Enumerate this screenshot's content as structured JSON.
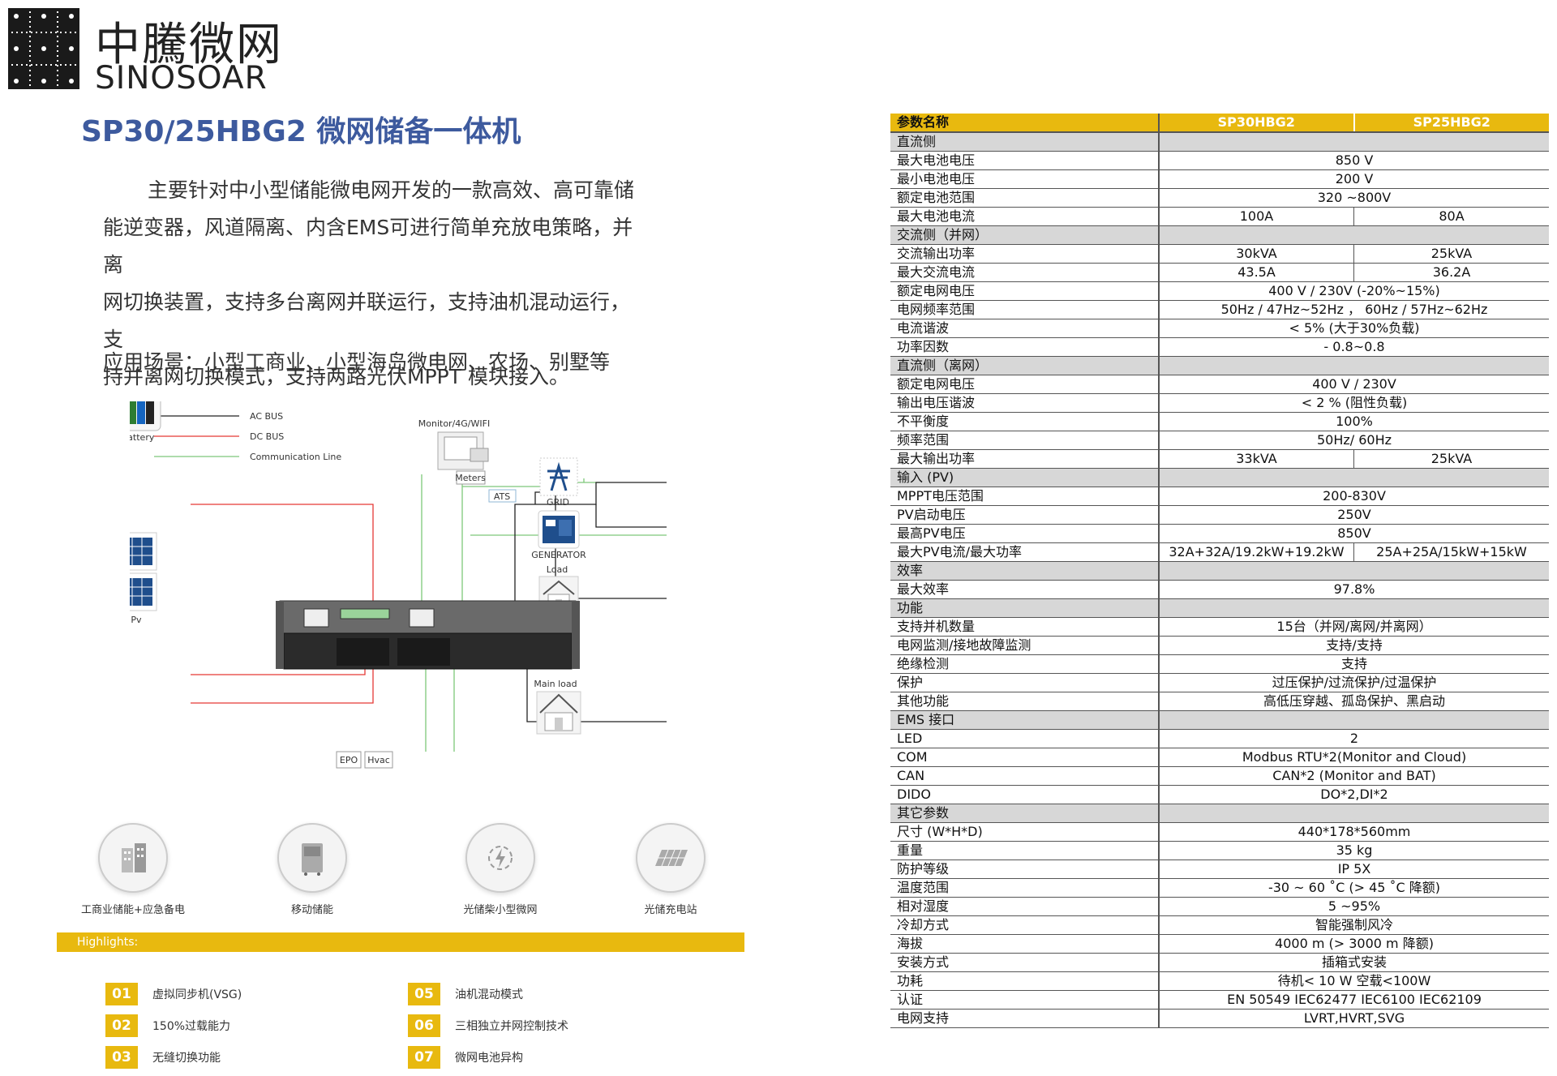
{
  "brand": {
    "cn": "中騰微网",
    "en": "SINOSOAR"
  },
  "product_title": "SP30/25HBG2 微网储备一体机",
  "description": [
    "主要针对中小型储能微电网开发的一款高效、高可靠储",
    "能逆变器，风道隔离、内含EMS可进行简单充放电策略，并离",
    "网切换装置，支持多台离网并联运行，支持油机混动运行，支",
    "持并离网切换模式，支持两路光伏MPPT 模块接入。"
  ],
  "scenarios_line": "应用场景：小型工商业、小型海岛微电网、农场、别墅等",
  "diagram": {
    "legend": [
      "AC BUS",
      "DC BUS",
      "Communication Line"
    ],
    "colors": {
      "ac": "#222222",
      "dc": "#e53935",
      "comm": "#7ec87a"
    },
    "labels": {
      "monitor": "Monitor/4G/WIFI",
      "battery": "Battery",
      "meters": "Meters",
      "ats": "ATS",
      "grid": "GRID",
      "generator": "GENERATOR",
      "load": "Load",
      "main_load": "Main load",
      "pv": "Pv",
      "epo": "EPO",
      "hvac": "Hvac"
    }
  },
  "scenarios": [
    {
      "label": "工商业储能+应急备电",
      "icon": "building-icon"
    },
    {
      "label": "移动储能",
      "icon": "cabinet-icon"
    },
    {
      "label": "光储柴小型微网",
      "icon": "microgrid-icon"
    },
    {
      "label": "光储充电站",
      "icon": "solar-panel-icon"
    }
  ],
  "highlights_title": "Highlights:",
  "highlights": [
    {
      "num": "01",
      "text": "虚拟同步机(VSG)"
    },
    {
      "num": "02",
      "text": "150%过载能力"
    },
    {
      "num": "03",
      "text": "无缝切换功能"
    },
    {
      "num": "05",
      "text": "油机混动模式"
    },
    {
      "num": "06",
      "text": "三相独立并网控制技术"
    },
    {
      "num": "07",
      "text": "微网电池异构"
    }
  ],
  "spec": {
    "header": {
      "name": "参数名称",
      "m1": "SP30HBG2",
      "m2": "SP25HBG2"
    },
    "rows": [
      {
        "t": "section",
        "name": "直流侧"
      },
      {
        "t": "row",
        "name": "最大电池电压",
        "val": "850 V"
      },
      {
        "t": "row",
        "name": "最小电池电压",
        "val": "200 V"
      },
      {
        "t": "row",
        "name": "额定电池范围",
        "val": "320 ~800V"
      },
      {
        "t": "split",
        "name": "最大电池电流",
        "v1": "100A",
        "v2": "80A"
      },
      {
        "t": "section",
        "name": "交流侧（并网）"
      },
      {
        "t": "split",
        "name": "交流输出功率",
        "v1": "30kVA",
        "v2": "25kVA"
      },
      {
        "t": "split",
        "name": "最大交流电流",
        "v1": "43.5A",
        "v2": "36.2A"
      },
      {
        "t": "row",
        "name": "额定电网电压",
        "val": "400 V  /  230V (-20%~15%)"
      },
      {
        "t": "row",
        "name": "电网频率范围",
        "val": "50Hz / 47Hz~52Hz ，  60Hz / 57Hz~62Hz"
      },
      {
        "t": "row",
        "name": "电流谐波",
        "val": "< 5% (大于30%负载)"
      },
      {
        "t": "row",
        "name": "功率因数",
        "val": "- 0.8~0.8"
      },
      {
        "t": "section",
        "name": "直流侧（离网）"
      },
      {
        "t": "row",
        "name": "额定电网电压",
        "val": "400 V  /  230V"
      },
      {
        "t": "row",
        "name": "输出电压谐波",
        "val": "< 2 % (阻性负载)"
      },
      {
        "t": "row",
        "name": "不平衡度",
        "val": "100%"
      },
      {
        "t": "row",
        "name": "频率范围",
        "val": "50Hz/ 60Hz"
      },
      {
        "t": "split",
        "name": "最大输出功率",
        "v1": "33kVA",
        "v2": "25kVA"
      },
      {
        "t": "section",
        "name": "输入 (PV)"
      },
      {
        "t": "row",
        "name": "MPPT电压范围",
        "val": "200-830V"
      },
      {
        "t": "row",
        "name": "PV启动电压",
        "val": "250V"
      },
      {
        "t": "row",
        "name": "最高PV电压",
        "val": "850V"
      },
      {
        "t": "split",
        "name": "最大PV电流/最大功率",
        "v1": "32A+32A/19.2kW+19.2kW",
        "v2": "25A+25A/15kW+15kW"
      },
      {
        "t": "section",
        "name": "效率"
      },
      {
        "t": "row",
        "name": "最大效率",
        "val": "97.8%"
      },
      {
        "t": "section",
        "name": "功能"
      },
      {
        "t": "row",
        "name": "支持并机数量",
        "val": "15台（并网/离网/并离网）"
      },
      {
        "t": "row",
        "name": "电网监测/接地故障监测",
        "val": "支持/支持"
      },
      {
        "t": "row",
        "name": "绝缘检测",
        "val": "支持"
      },
      {
        "t": "row",
        "name": "保护",
        "val": "过压保护/过流保护/过温保护"
      },
      {
        "t": "row",
        "name": "其他功能",
        "val": "高低压穿越、孤岛保护、黑启动"
      },
      {
        "t": "section",
        "name": "EMS  接口"
      },
      {
        "t": "row",
        "name": "LED",
        "val": "2"
      },
      {
        "t": "row",
        "name": "COM",
        "val": "Modbus RTU*2(Monitor and Cloud)"
      },
      {
        "t": "row",
        "name": "CAN",
        "val": "CAN*2   (Monitor and BAT)"
      },
      {
        "t": "row",
        "name": "DIDO",
        "val": "DO*2,DI*2"
      },
      {
        "t": "section",
        "name": "其它参数"
      },
      {
        "t": "row",
        "name": "尺寸  (W*H*D)",
        "val": "440*178*560mm"
      },
      {
        "t": "row",
        "name": "重量",
        "val": "35 kg"
      },
      {
        "t": "row",
        "name": "防护等级",
        "val": "IP 5X"
      },
      {
        "t": "row",
        "name": "温度范围",
        "val": "-30 ~ 60 ˚C (> 45 ˚C 降额)"
      },
      {
        "t": "row",
        "name": "相对湿度",
        "val": "5 ~95%"
      },
      {
        "t": "row",
        "name": "冷却方式",
        "val": "智能强制风冷"
      },
      {
        "t": "row",
        "name": "海拔",
        "val": "4000 m (> 3000 m 降额)"
      },
      {
        "t": "row",
        "name": "安装方式",
        "val": "插箱式安装"
      },
      {
        "t": "row",
        "name": "功耗",
        "val": "待机< 10 W  空载<100W"
      },
      {
        "t": "row",
        "name": "认证",
        "val": "EN 50549      IEC62477      IEC6100      IEC62109"
      },
      {
        "t": "row",
        "name": "电网支持",
        "val": "LVRT,HVRT,SVG"
      }
    ]
  }
}
